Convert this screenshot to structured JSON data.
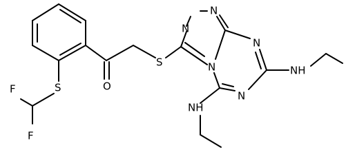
{
  "atoms": {
    "f1": "F",
    "f2": "F",
    "s_left": "S",
    "o": "O",
    "s_mid": "S",
    "n_tz1": "N",
    "n_tz2": "N",
    "n_fused": "N",
    "n_ring_right": "N",
    "n_ring_bottom": "N",
    "nh_right": "NH",
    "nh_bottom": "NH"
  },
  "colors": {
    "ink": "#000000",
    "background": "#ffffff"
  }
}
